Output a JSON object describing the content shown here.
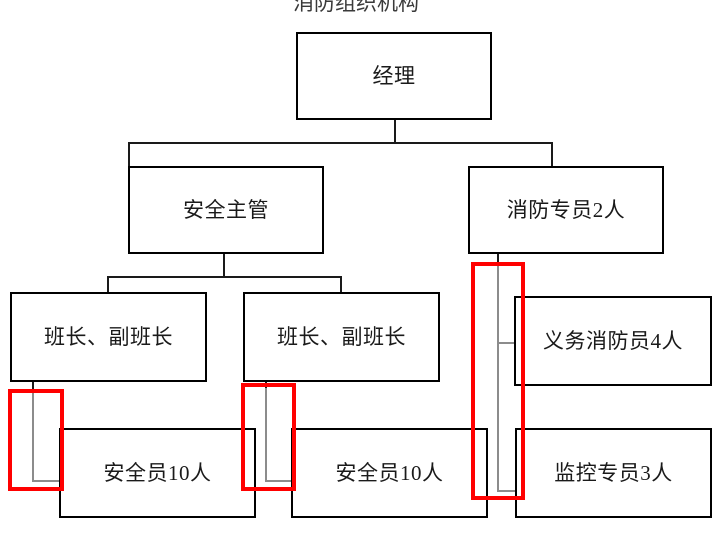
{
  "diagram": {
    "title": "消防组织机构",
    "type": "org-chart",
    "colors": {
      "box_border": "#000000",
      "box_fill": "#ffffff",
      "connector": "#1a1a1a",
      "gray_connector": "#8c8c8c",
      "annotation": "#ff0000"
    },
    "nodes": [
      {
        "id": "manager",
        "label": "经理",
        "level": 0
      },
      {
        "id": "safety-sup",
        "label": "安全主管",
        "level": 1
      },
      {
        "id": "fire-spec",
        "label": "消防专员2人",
        "level": 1
      },
      {
        "id": "leader-1",
        "label": "班长、副班长",
        "level": 2
      },
      {
        "id": "leader-2",
        "label": "班长、副班长",
        "level": 2
      },
      {
        "id": "volunteer",
        "label": "义务消防员4人",
        "level": 2
      },
      {
        "id": "officer-1",
        "label": "安全员10人",
        "level": 3
      },
      {
        "id": "officer-2",
        "label": "安全员10人",
        "level": 3
      },
      {
        "id": "monitor",
        "label": "监控专员3人",
        "level": 3
      }
    ],
    "annotations": [
      {
        "id": "annot-left",
        "note": "red-highlight-elbow-connector-left"
      },
      {
        "id": "annot-middle",
        "note": "red-highlight-elbow-connector-middle"
      },
      {
        "id": "annot-right",
        "note": "red-highlight-elbow-connector-right-tall"
      }
    ]
  }
}
